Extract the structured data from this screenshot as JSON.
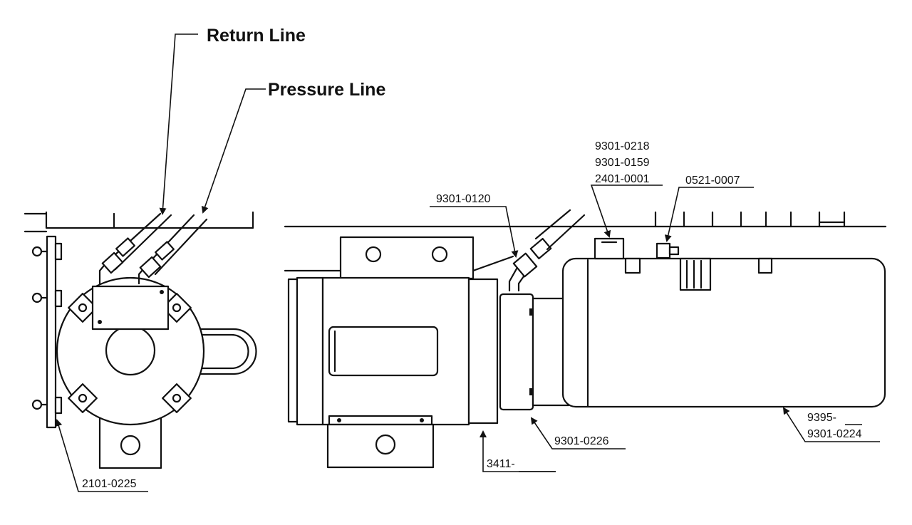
{
  "callouts": {
    "return_line": "Return Line",
    "pressure_line": "Pressure Line",
    "part_2101_0225": "2101-0225",
    "part_9301_0120": "9301-0120",
    "part_9301_0218": "9301-0218",
    "part_9301_0159": "9301-0159",
    "part_2401_0001": "2401-0001",
    "part_0521_0007": "0521-0007",
    "part_3411": "3411-",
    "part_9301_0226": "9301-0226",
    "part_9395": "9395-",
    "part_9301_0224": "9301-0224"
  }
}
